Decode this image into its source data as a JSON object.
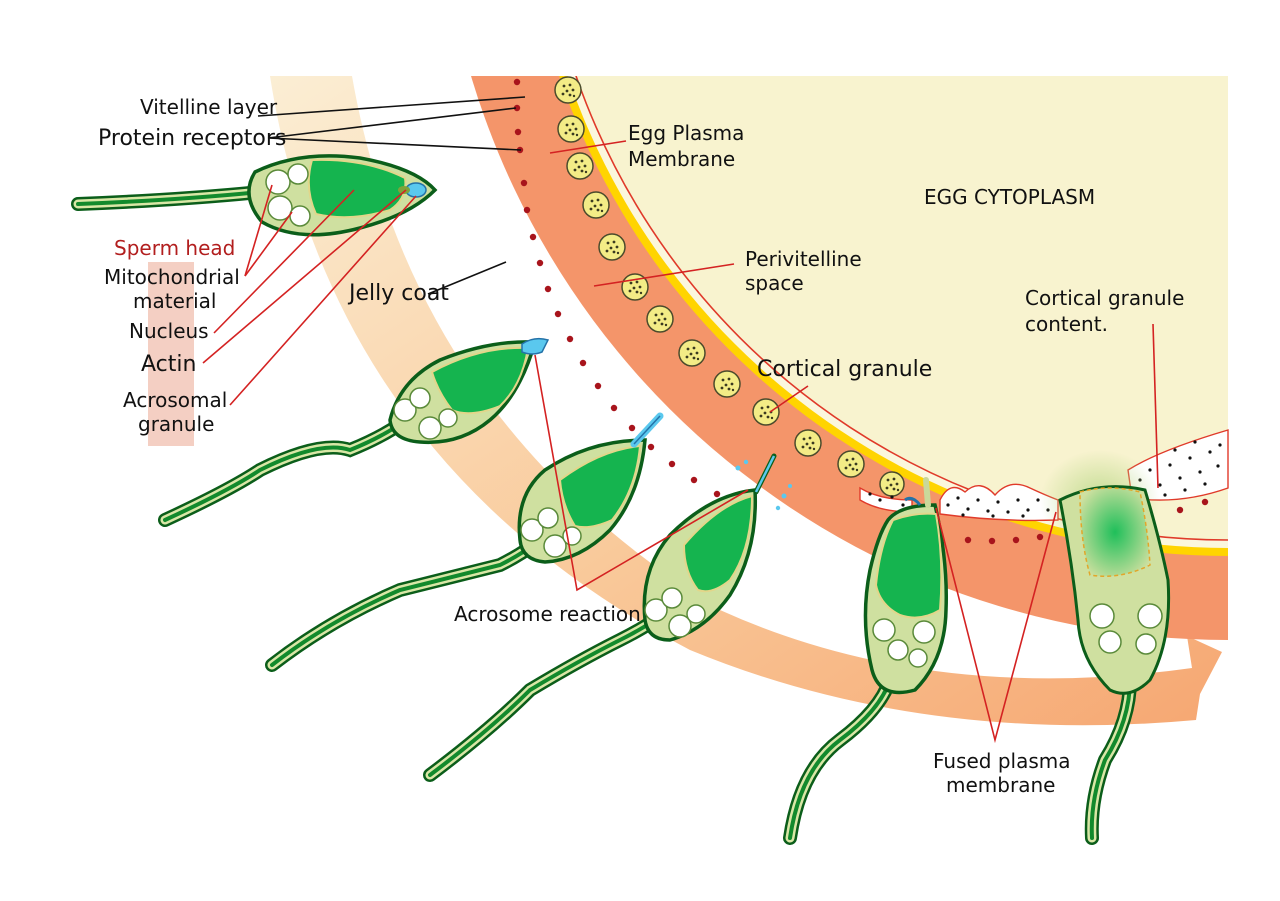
{
  "labels": {
    "vitelline_layer": "Vitelline layer",
    "protein_receptors": "Protein receptors",
    "egg_plasma_membrane_1": "Egg Plasma",
    "egg_plasma_membrane_2": "Membrane",
    "egg_cytoplasm": "EGG CYTOPLASM",
    "sperm_head": "Sperm head",
    "mitochondrial_1": "Mitochondrial",
    "mitochondrial_2": "material",
    "nucleus": "Nucleus",
    "actin": "Actin",
    "acrosomal_1": "Acrosomal",
    "acrosomal_2": "granule",
    "jelly_coat": "Jelly coat",
    "perivitelline_1": "Perivitelline",
    "perivitelline_2": "space",
    "cortical_granule": "Cortical granule",
    "cortical_content_1": "Cortical granule",
    "cortical_content_2": "content.",
    "acrosome_reaction": "Acrosome reaction",
    "fused_1": "Fused plasma",
    "fused_2": "membrane"
  },
  "colors": {
    "cytoplasm": "#f8f3cf",
    "jelly_coat": "#f4956a",
    "vitelline": "#ffd400",
    "membrane_line": "#e03a2a",
    "receptor": "#a8141c",
    "sperm_outline": "#0b5e1a",
    "nucleus": "#15b44f",
    "acrosome": "#5ac8ee",
    "arrow": "#f6b078",
    "label_red": "#b21e1e"
  }
}
